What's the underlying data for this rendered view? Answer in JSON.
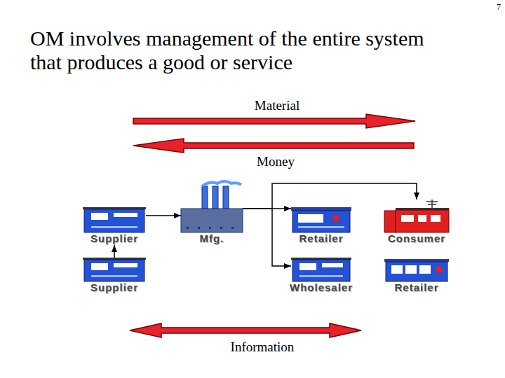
{
  "diagram": {
    "title": "OM involves management of the entire system that produces a good or service",
    "nodes": [
      {
        "text": [
          "Supplier"
        ]
      },
      {
        "text": [
          "Mfg."
        ]
      },
      {
        "text": [
          "Retailer"
        ]
      },
      {
        "text": [
          "Consumer"
        ]
      },
      {
        "text": [
          "Supplier"
        ]
      },
      {
        "text": [
          "Wholesaler"
        ]
      },
      {
        "text": [
          "Retailer"
        ]
      }
    ],
    "edges": [
      {
        "from": 0,
        "to": 1,
        "arrow": "to"
      },
      {
        "from": 4,
        "to": 0,
        "arrow": "to"
      },
      {
        "from": 1,
        "to": 2,
        "arrow": "to"
      },
      {
        "from": 1,
        "to": 3,
        "arrow": "to"
      },
      {
        "from": 1,
        "to": 5,
        "arrow": "to"
      }
    ],
    "labels": [
      "7",
      "Material",
      "Money",
      "Information"
    ]
  }
}
